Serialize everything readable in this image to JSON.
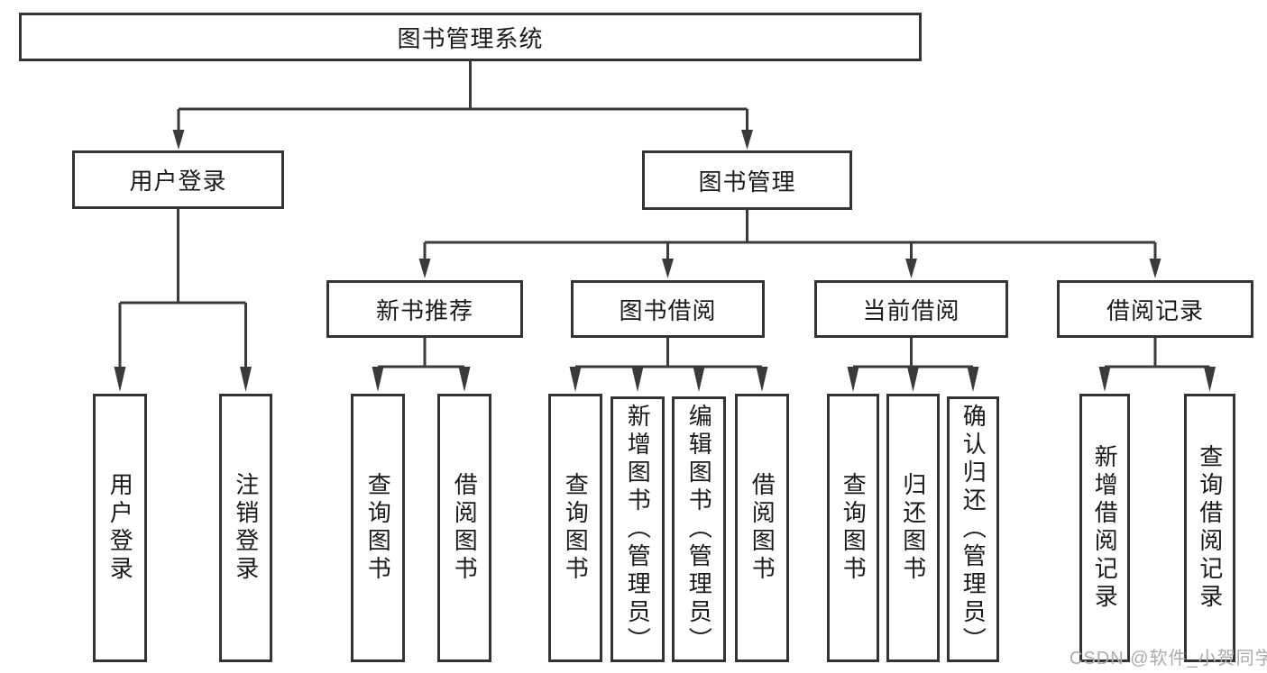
{
  "diagram": {
    "title": "图书管理系统",
    "level2": [
      {
        "id": "user-login",
        "label": "用户登录"
      },
      {
        "id": "book-management",
        "label": "图书管理"
      }
    ],
    "level3": [
      {
        "id": "new-book-recommend",
        "label": "新书推荐"
      },
      {
        "id": "book-borrowing",
        "label": "图书借阅"
      },
      {
        "id": "current-borrowing",
        "label": "当前借阅"
      },
      {
        "id": "borrowing-records",
        "label": "借阅记录"
      }
    ],
    "leaves": {
      "user_login": [
        "用户登录",
        "注销登录"
      ],
      "new_book_recommend": [
        "查询图书",
        "借阅图书"
      ],
      "book_borrowing": [
        "查询图书",
        "新增图书（管理员）",
        "编辑图书（管理员）",
        "借阅图书"
      ],
      "current_borrowing": [
        "查询图书",
        "归还图书",
        "确认归还（管理员）"
      ],
      "borrowing_records": [
        "新增借阅记录",
        "查询借阅记录"
      ]
    },
    "colors": {
      "line": "#3a3a3a",
      "border": "#333333",
      "text": "#1a1a1a",
      "background": "#ffffff",
      "watermark": "#ababab"
    }
  },
  "watermark": {
    "text": "CSDN @软件_小贺同学"
  }
}
